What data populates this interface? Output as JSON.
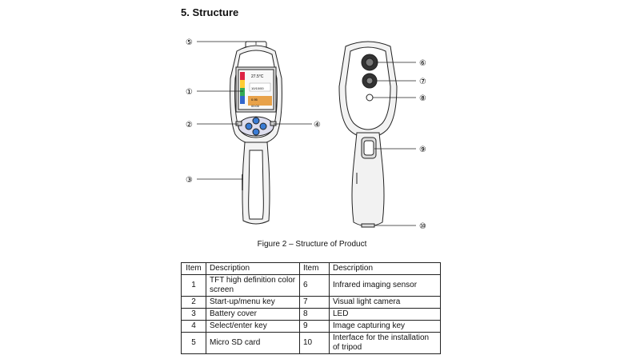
{
  "heading": "5. Structure",
  "caption": "Figure 2 – Structure of Product",
  "callouts": [
    "①",
    "②",
    "③",
    "④",
    "⑤",
    "⑥",
    "⑦",
    "⑧",
    "⑨",
    "⑩"
  ],
  "screen": {
    "temp": "27.5°C",
    "line2": "10/10/00",
    "line3": "0.95",
    "line4": "00:00"
  },
  "table": {
    "headers": [
      "Item",
      "Description",
      "Item",
      "Description"
    ],
    "rows": [
      [
        "1",
        "TFT high definition color screen",
        "6",
        "Infrared imaging sensor"
      ],
      [
        "2",
        "Start-up/menu key",
        "7",
        "Visual light camera"
      ],
      [
        "3",
        "Battery cover",
        "8",
        "LED"
      ],
      [
        "4",
        "Select/enter key",
        "9",
        "Image capturing key"
      ],
      [
        "5",
        "Micro SD card",
        "10",
        "Interface for the installation of tripod"
      ]
    ]
  }
}
